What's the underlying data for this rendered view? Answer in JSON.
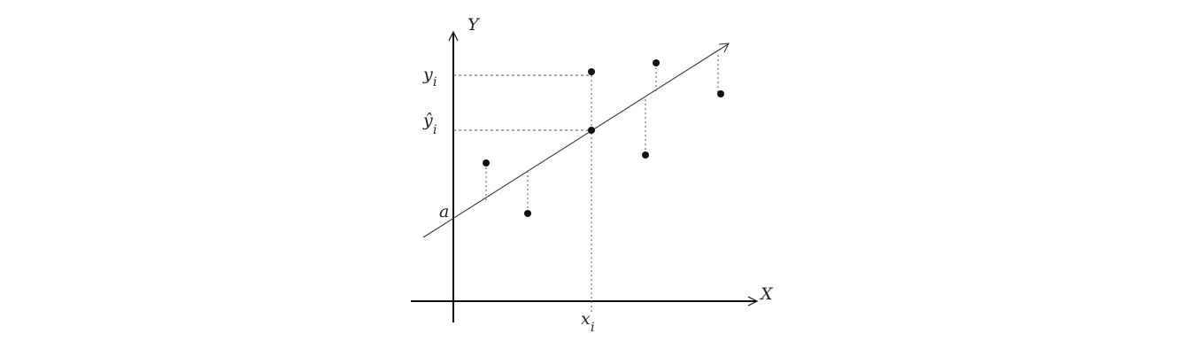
{
  "diagram": {
    "labels": {
      "y_axis": "Y",
      "x_axis": "X",
      "yi": "y",
      "yi_sub": "i",
      "yhat": "ŷ",
      "yhat_sub": "i",
      "intercept": "a",
      "xi": "x",
      "xi_sub": "i"
    },
    "colors": {
      "ink": "#111111",
      "guide": "#555555"
    }
  }
}
